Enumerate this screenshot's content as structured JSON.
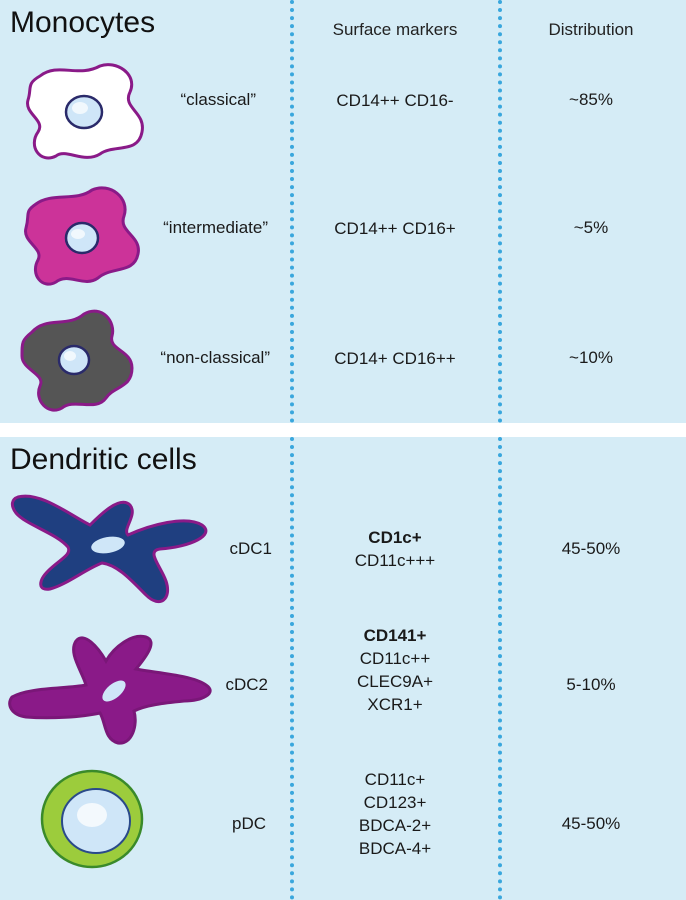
{
  "monocytes": {
    "title": "Monocytes",
    "headers": {
      "markers": "Surface markers",
      "distribution": "Distribution"
    },
    "rows": [
      {
        "label": "“classical”",
        "markers": "CD14++ CD16-",
        "distribution": "~85%",
        "cell_color": "#ffffff"
      },
      {
        "label": "“intermediate”",
        "markers": "CD14++ CD16+",
        "distribution": "~5%",
        "cell_color": "#cc3399"
      },
      {
        "label": "“non-classical”",
        "markers": "CD14+ CD16++",
        "distribution": "~10%",
        "cell_color": "#555555"
      }
    ]
  },
  "dendritic": {
    "title": "Dendritic cells",
    "rows": [
      {
        "label": "cDC1",
        "markers_bold": "CD1c+",
        "markers": [
          "CD11c+++"
        ],
        "distribution": "45-50%",
        "cell_color": "#1f3f80"
      },
      {
        "label": "cDC2",
        "markers_bold": "CD141+",
        "markers": [
          "CD11c++",
          "CLEC9A+",
          "XCR1+"
        ],
        "distribution": "5-10%",
        "cell_color": "#8a1a88"
      },
      {
        "label": "pDC",
        "markers_bold": "",
        "markers": [
          "CD11c+",
          "CD123+",
          "BDCA-2+",
          "BDCA-4+"
        ],
        "distribution": "45-50%",
        "cell_color": "#9ccc3c"
      }
    ]
  },
  "colors": {
    "panel_bg": "#d5ecf6",
    "divider": "#3aa7dd",
    "outline": "#8a1a88",
    "nucleus": "#cfe6f8"
  }
}
